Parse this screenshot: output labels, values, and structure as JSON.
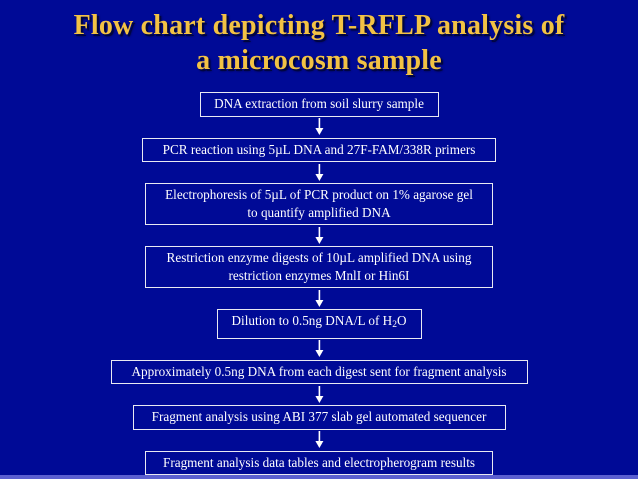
{
  "slide": {
    "background_color": "#000a96",
    "accent_color": "#f2c244",
    "text_color": "#ffffff",
    "border_color": "#e9e9f2",
    "bottom_band_color": "#5b5fd0"
  },
  "title": {
    "text": "Flow chart depicting T-RFLP analysis of\na microcosm sample"
  },
  "flow": {
    "arrow_icon": "arrow-down-icon",
    "nodes": [
      {
        "id": "n1",
        "text": "DNA extraction from soil slurry sample"
      },
      {
        "id": "n2",
        "text": "PCR reaction using 5µL DNA and 27F-FAM/338R primers"
      },
      {
        "id": "n3",
        "text": "Electrophoresis of 5µL of PCR product on 1% agarose gel\nto quantify amplified DNA"
      },
      {
        "id": "n4",
        "text": "Restriction enzyme digests of 10µL amplified DNA using\nrestriction enzymes MnlI or Hin6I"
      },
      {
        "id": "n5",
        "text_before_sub": "Dilution to 0.5ng DNA/L of H",
        "sub": "2",
        "text_after_sub": "O"
      },
      {
        "id": "n6",
        "text": "Approximately 0.5ng DNA from each digest sent for fragment analysis"
      },
      {
        "id": "n7",
        "text": "Fragment analysis using ABI 377 slab gel automated sequencer"
      },
      {
        "id": "n8",
        "text": "Fragment analysis data tables and electropherogram results"
      }
    ]
  }
}
